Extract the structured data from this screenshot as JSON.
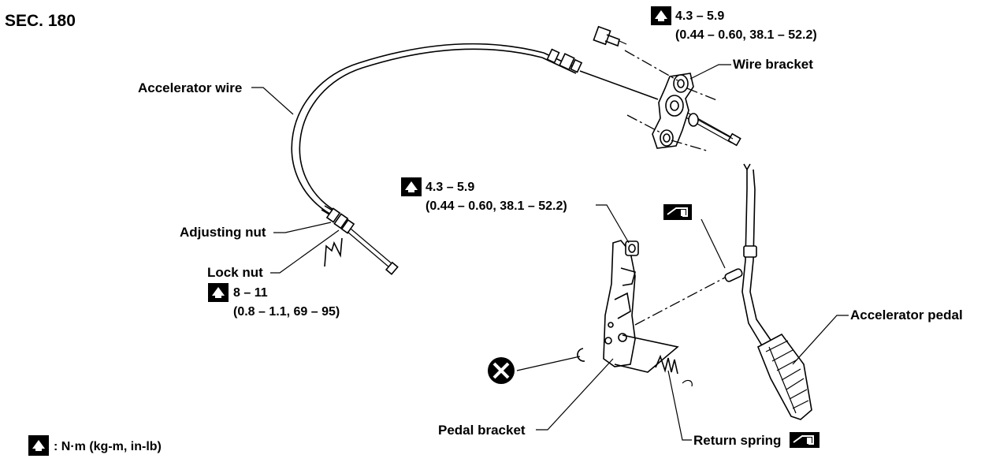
{
  "section_title": "SEC. 180",
  "labels": {
    "accelerator_wire": "Accelerator wire",
    "wire_bracket": "Wire bracket",
    "adjusting_nut": "Adjusting nut",
    "lock_nut": "Lock nut",
    "accelerator_pedal": "Accelerator pedal",
    "pedal_bracket": "Pedal bracket",
    "return_spring": "Return spring"
  },
  "torques": {
    "wire_bracket_bolt": {
      "value": "4.3 – 5.9",
      "converted": "(0.44 – 0.60, 38.1 – 52.2)"
    },
    "pedal_bracket_nut": {
      "value": "4.3 – 5.9",
      "converted": "(0.44 – 0.60, 38.1 – 52.2)"
    },
    "lock_nut": {
      "value": "8 – 11",
      "converted": "(0.8 – 1.1, 69 – 95)"
    }
  },
  "legend": {
    "torque_units": ": N·m (kg-m, in-lb)"
  },
  "icons": {
    "torque": "torque-wrench-icon",
    "grease": "grease-icon",
    "do_not_reuse": "do-not-reuse-icon"
  }
}
